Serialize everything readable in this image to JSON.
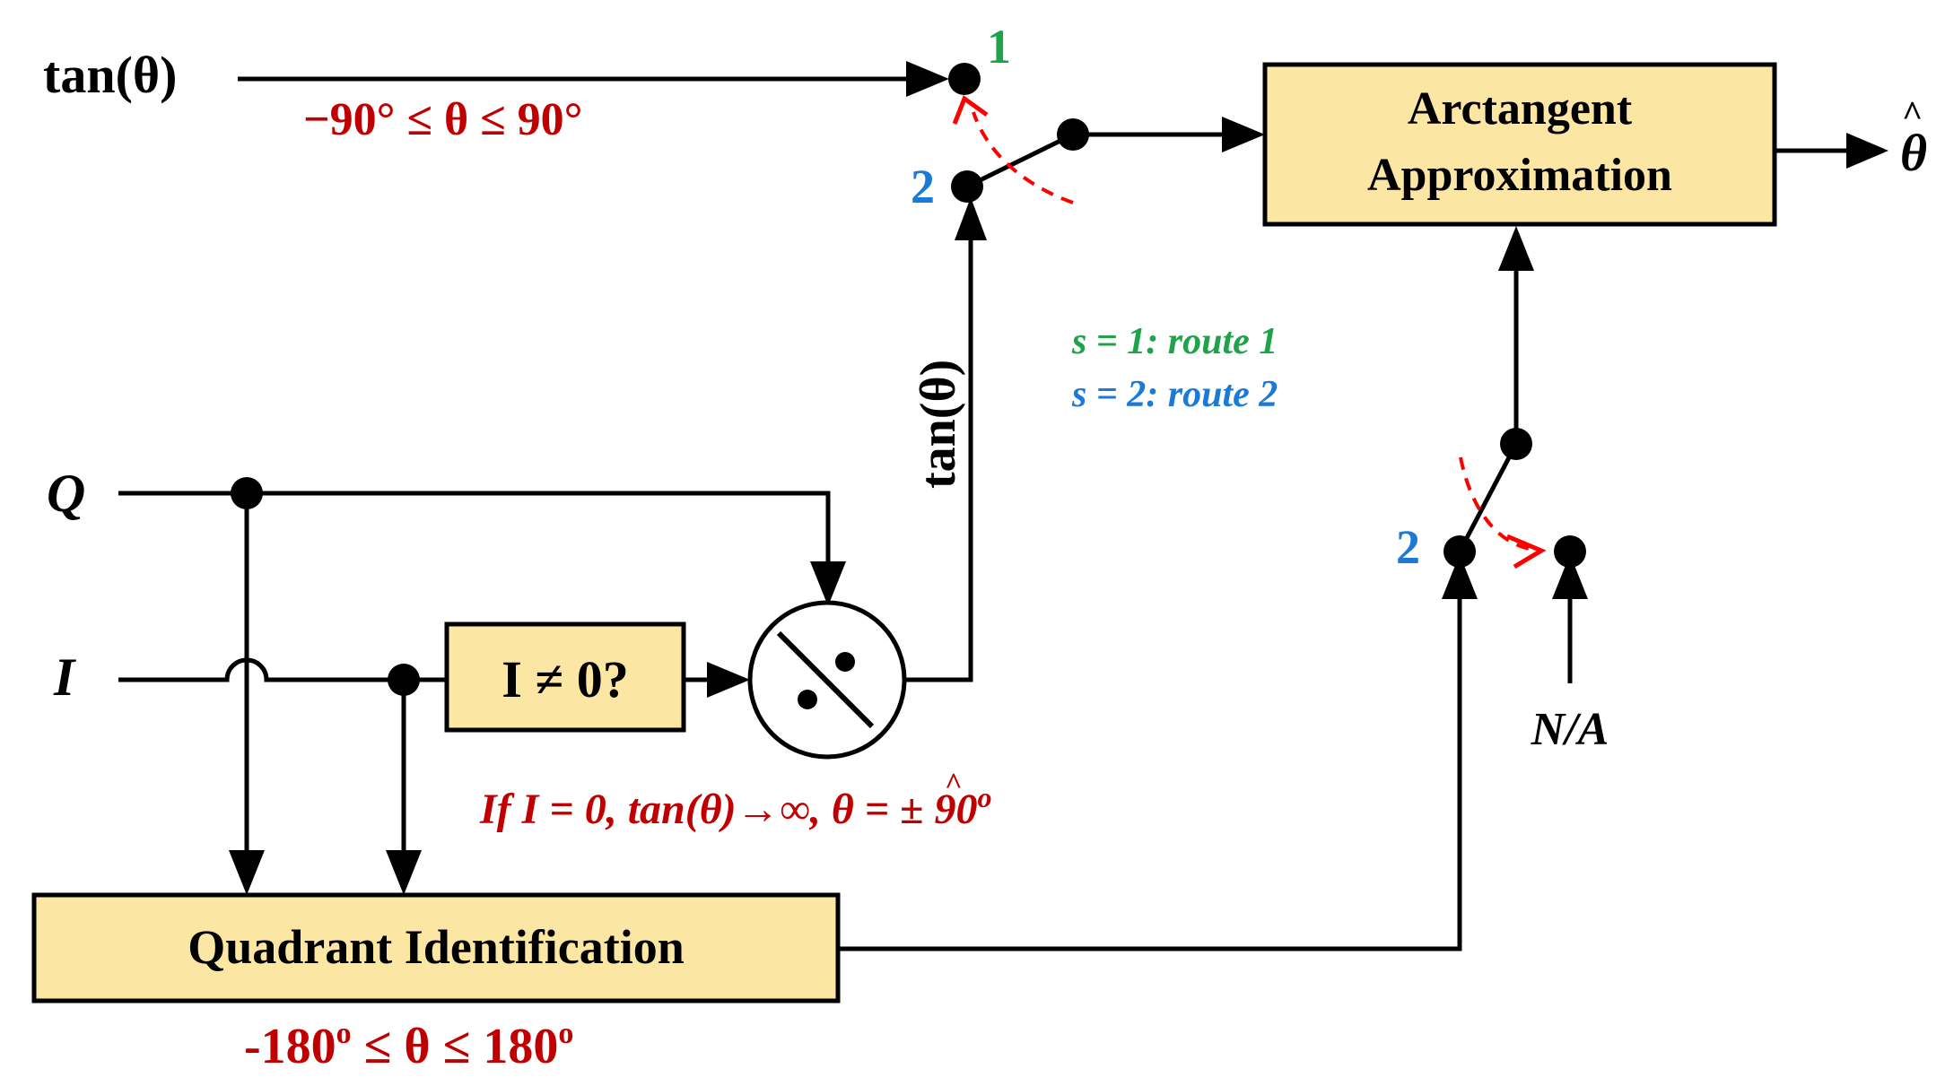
{
  "colors": {
    "box_fill": "#fce6a4",
    "red": "#c00000",
    "green": "#1fa34a",
    "blue": "#1a7ad6",
    "line": "#000000",
    "dash": "#ff0000"
  },
  "inputs": {
    "tan": "tan(θ)",
    "tan_range": "−90° ≤ θ ≤ 90°",
    "q": "Q",
    "i": "I"
  },
  "blocks": {
    "arctan_line1": "Arctangent",
    "arctan_line2": "Approximation",
    "check": "I ≠ 0?",
    "quadrant": "Quadrant Identification"
  },
  "labels": {
    "divider_output": "tan(θ)",
    "output": "θ",
    "hat": "^",
    "switch1_pos1": "1",
    "switch1_pos2": "2",
    "switch2_pos2": "2",
    "na": "N/A",
    "route1": "s = 1: route 1",
    "route2": "s = 2: route 2",
    "condition": "If I = 0, tan(θ)→∞, θ = ± 90",
    "condition_sup": "o",
    "quadrant_range": "-180",
    "quadrant_range_sup1": "o",
    "quadrant_range_mid": " ≤ θ ≤ 180",
    "quadrant_range_sup2": "o"
  }
}
